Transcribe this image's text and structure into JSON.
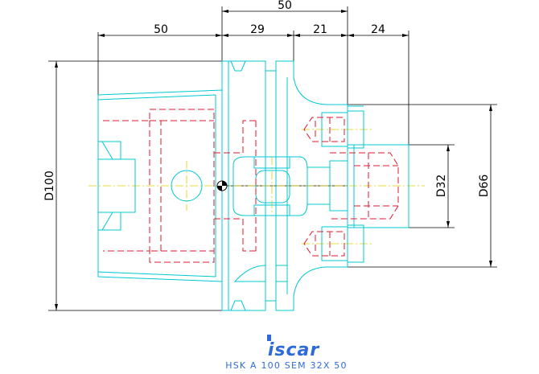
{
  "dimensions": {
    "top": "50",
    "seg_left": "50",
    "seg_mid1": "29",
    "seg_mid2": "21",
    "seg_right": "24",
    "d100": "D100",
    "d32": "D32",
    "d66": "D66"
  },
  "logo": {
    "text": "iscar"
  },
  "caption": {
    "text": "HSK A 100 SEM 32X 50"
  },
  "colors": {
    "outline": "#00c8d2",
    "hidden": "#e0182e",
    "centerline": "#e0d000",
    "dimension": "#000000",
    "logo": "#2f6bd8"
  }
}
